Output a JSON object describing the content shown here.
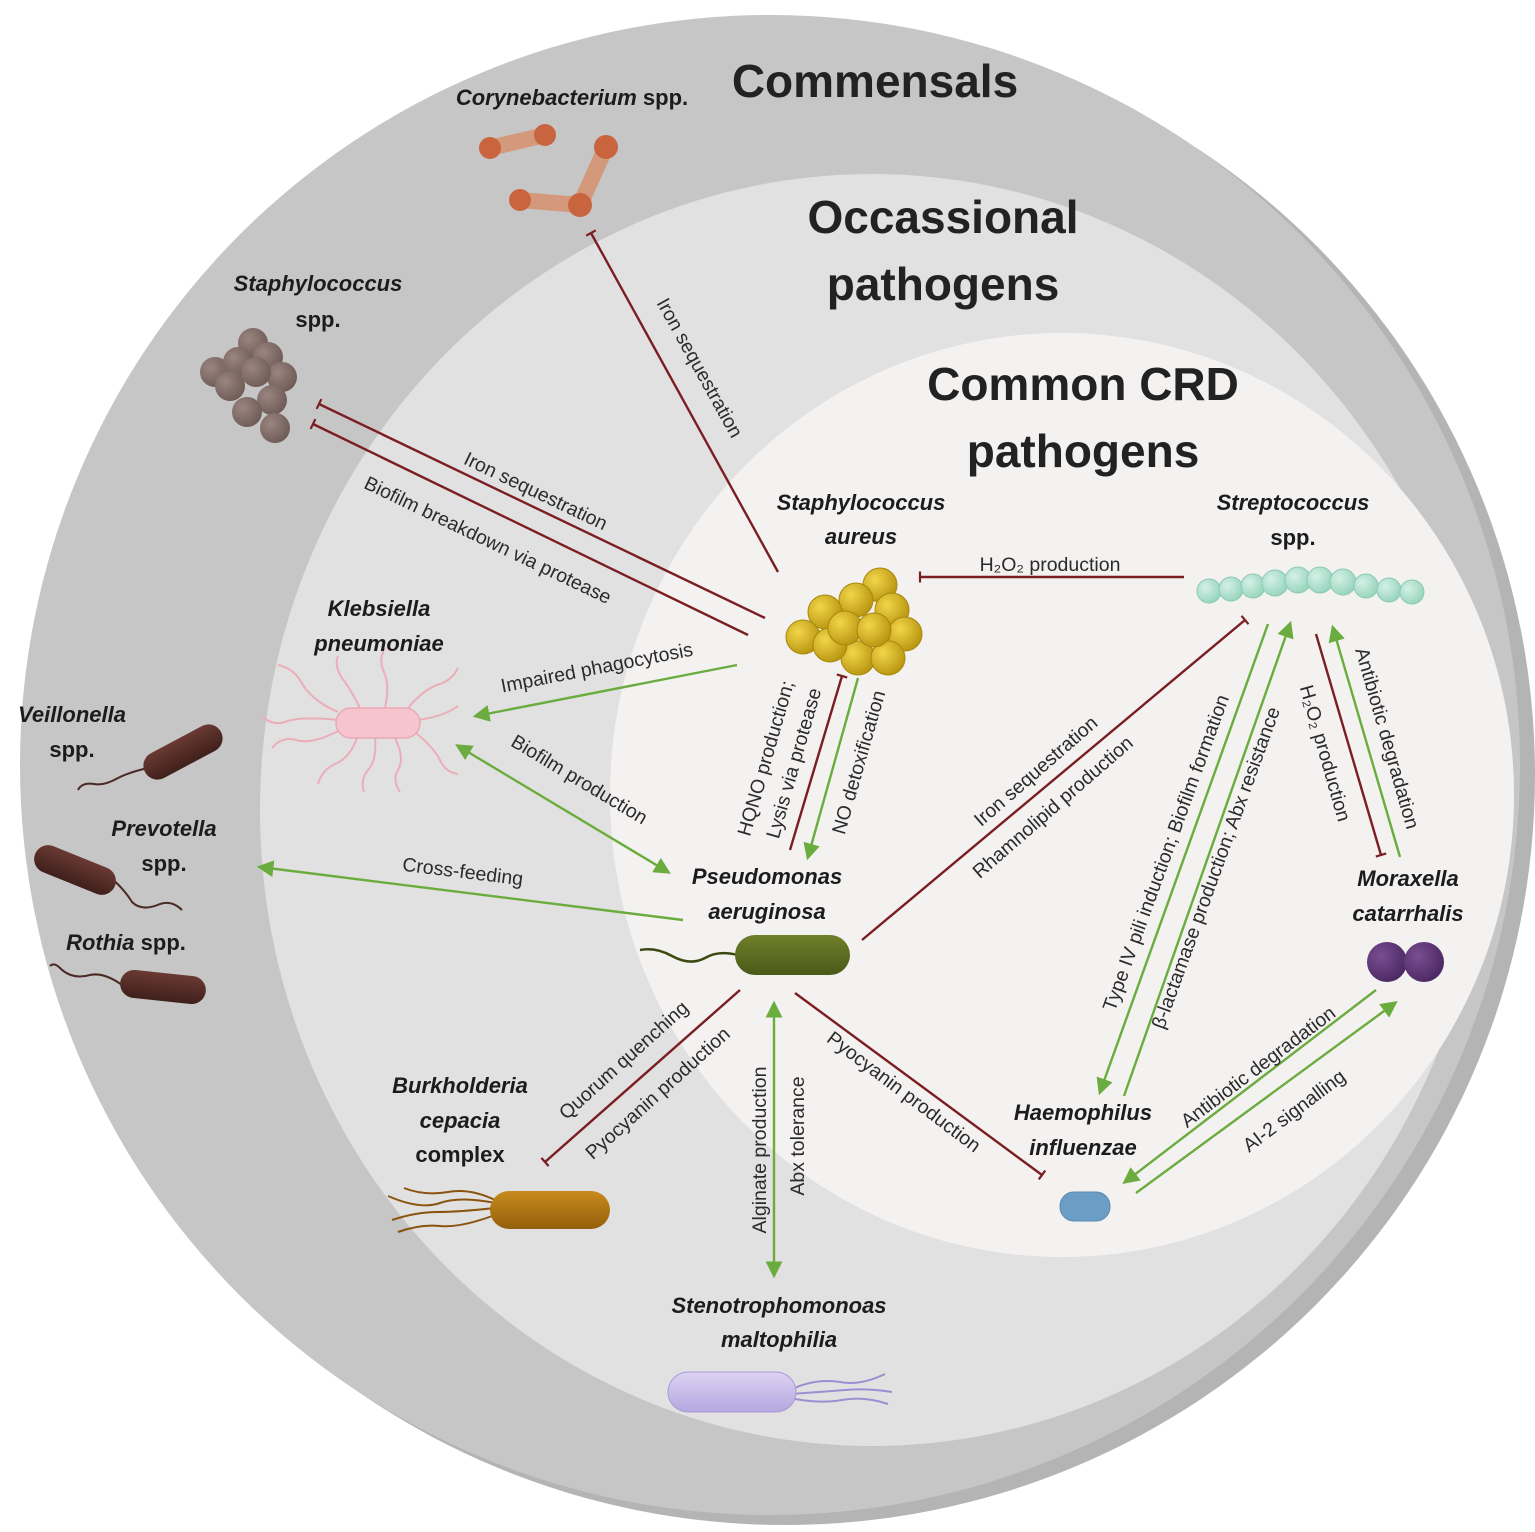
{
  "zones": {
    "commensals": "Commensals",
    "occasional": [
      "Occassional",
      "pathogens"
    ],
    "common": [
      "Common CRD",
      "pathogens"
    ]
  },
  "organisms": {
    "corynebacterium": {
      "italic": "Corynebacterium",
      "suffix": " spp."
    },
    "staphylococcus": [
      "Staphylococcus",
      "spp."
    ],
    "klebsiella": [
      "Klebsiella",
      "pneumoniae"
    ],
    "veillonella": [
      "Veillonella",
      "spp."
    ],
    "prevotella": [
      "Prevotella",
      "spp."
    ],
    "rothia": {
      "italic": "Rothia",
      "suffix": " spp."
    },
    "s_aureus": [
      "Staphylococcus",
      "aureus"
    ],
    "streptococcus": [
      "Streptococcus",
      "spp."
    ],
    "p_aeruginosa": [
      "Pseudomonas",
      "aeruginosa"
    ],
    "moraxella": [
      "Moraxella",
      "catarrhalis"
    ],
    "burkholderia": [
      "Burkholderia",
      "cepacia",
      "complex"
    ],
    "haemophilus": [
      "Haemophilus",
      "influenzae"
    ],
    "stenotrophomonas": [
      "Stenotrophomonoas",
      "maltophilia"
    ]
  },
  "interactions": {
    "iron_seq_coryne": "Iron sequestration",
    "iron_seq_staph": "Iron sequestration",
    "biofilm_breakdown": "Biofilm breakdown via protease",
    "impaired_phago": "Impaired phagocytosis",
    "biofilm_prod": "Biofilm production",
    "cross_feeding": "Cross-feeding",
    "h2o2_prod": "H₂O₂ production",
    "hqno": [
      "HQNO production;",
      "Lysis via protease"
    ],
    "no_detox": "NO detoxification",
    "iron_seq_strep": "Iron sequestration",
    "rhamnolipid": "Rhamnolipid production",
    "type4_pili": "Type IV pili induction; Biofilm formation",
    "beta_lact": "β-lactamase production; Abx resistance",
    "h2o2_prod_mora": "H₂O₂ production",
    "abx_degr_strep": "Antibiotic degradation",
    "abx_degr_mora": "Antibiotic degradation",
    "ai2": "AI-2 signalling",
    "pyocyanin_haem": "Pyocyanin production",
    "quorum": "Quorum quenching",
    "pyocyanin_burk": "Pyocyanin production",
    "alginate": "Alginate  production",
    "abx_tol": "Abx tolerance"
  },
  "colors": {
    "commensal_zone": "#c6c6c6",
    "commensal_shadow": "#b4b4b4",
    "occasional_zone": "#e2e1e1",
    "common_zone": "#f4f1f1",
    "inhibition": "#7a1e22",
    "activation": "#6aac3e"
  }
}
